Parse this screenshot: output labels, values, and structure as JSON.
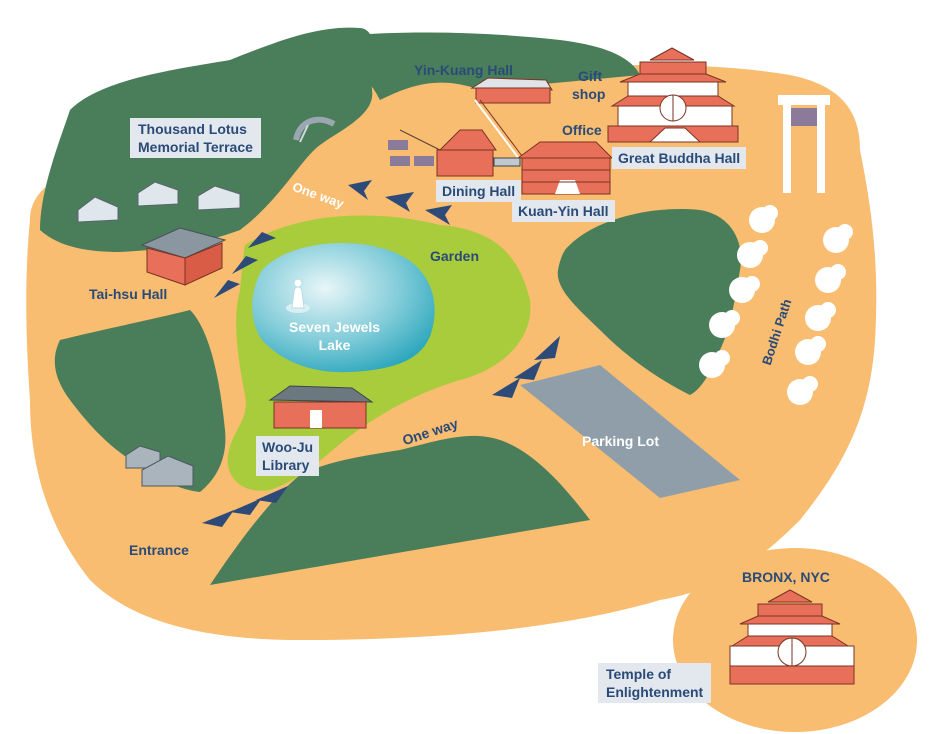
{
  "map": {
    "labels": {
      "thousand_lotus_1": "Thousand Lotus",
      "thousand_lotus_2": "Memorial Terrace",
      "yin_kuang": "Yin-Kuang Hall",
      "gift_shop_1": "Gift",
      "gift_shop_2": "shop",
      "office": "Office",
      "great_buddha": "Great Buddha Hall",
      "dining": "Dining Hall",
      "kuan_yin": "Kuan-Yin Hall",
      "one_way_top": "One way",
      "garden": "Garden",
      "tai_hsu": "Tai-hsu Hall",
      "seven_jewels_1": "Seven Jewels",
      "seven_jewels_2": "Lake",
      "bodhi_path": "Bodhi Path",
      "woo_ju_1": "Woo-Ju",
      "woo_ju_2": "Library",
      "one_way_bottom": "One way",
      "parking": "Parking Lot",
      "entrance": "Entrance",
      "bronx": "BRONX, NYC",
      "temple_1": "Temple of",
      "temple_2": "Enlightenment"
    },
    "colors": {
      "ground": "#f8bd70",
      "forest": "#4a7d5a",
      "garden": "#a8cc3c",
      "lake": "#3fb0c4",
      "parking": "#8f9ea8",
      "building": "#e8705a",
      "arrow": "#2e4a78",
      "text": "#2a4a78"
    }
  }
}
